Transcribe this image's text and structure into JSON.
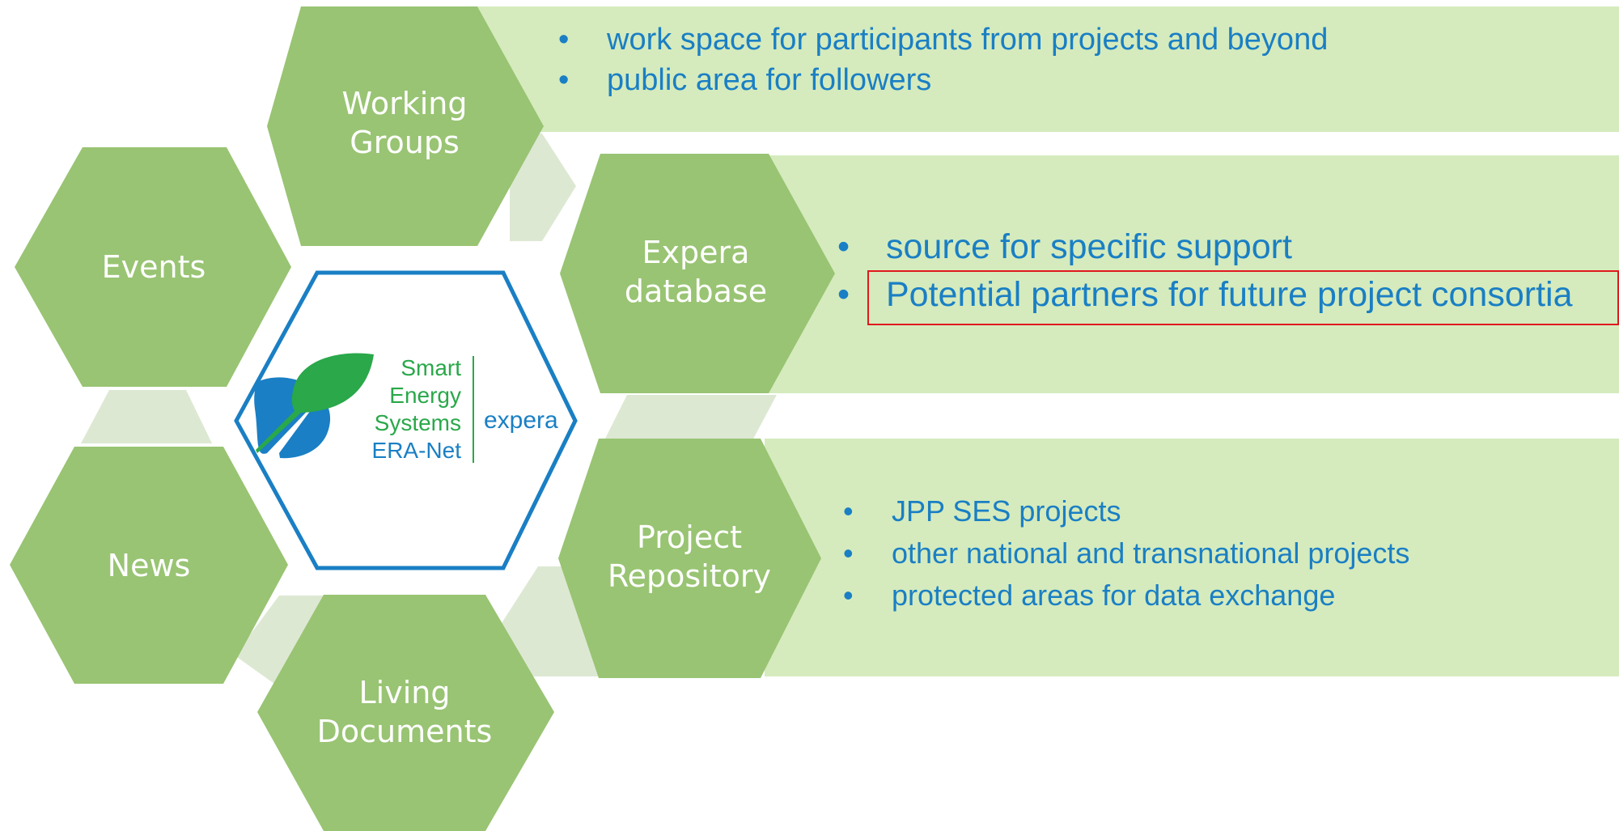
{
  "colors": {
    "hex_fill": "#99c473",
    "panel_fill": "#d5ebbd",
    "connector_fill": "#dde8d3",
    "bullet_text": "#1a7fc4",
    "logo_border": "#1a7fc4",
    "highlight_border": "#e0191e",
    "logo_green": "#2aa84a",
    "logo_blue": "#1a7fc4"
  },
  "hexagons": {
    "working_groups": "Working\nGroups",
    "events": "Events",
    "expera_database": "Expera\ndatabase",
    "project_repository": "Project\nRepository",
    "news": "News",
    "living_documents": "Living\nDocuments"
  },
  "panels": {
    "working_groups": {
      "bullets": [
        "work space for participants from projects and beyond",
        "public area for followers"
      ]
    },
    "expera_database": {
      "bullets": [
        "source for specific support",
        "Potential partners for future project consortia"
      ],
      "highlighted_index": 1
    },
    "project_repository": {
      "bullets": [
        "JPP SES projects",
        "other national and transnational projects",
        "protected areas for data exchange"
      ]
    }
  },
  "logo": {
    "line1": "Smart",
    "line2": "Energy",
    "line3": "Systems",
    "line4": "ERA-Net",
    "brand": "expera"
  },
  "bullet_char": "•"
}
